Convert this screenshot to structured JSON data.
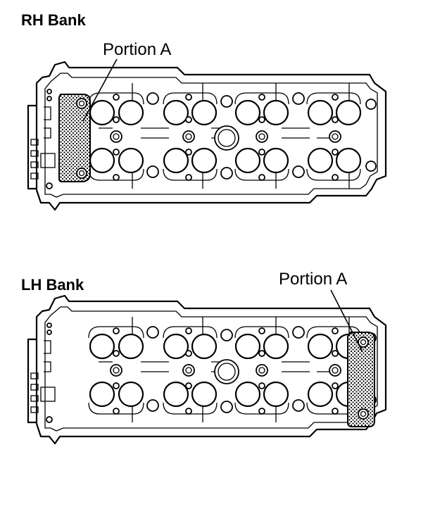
{
  "rh_bank": {
    "title": "RH Bank",
    "callout": "Portion A"
  },
  "lh_bank": {
    "title": "LH Bank",
    "callout": "Portion A"
  }
}
